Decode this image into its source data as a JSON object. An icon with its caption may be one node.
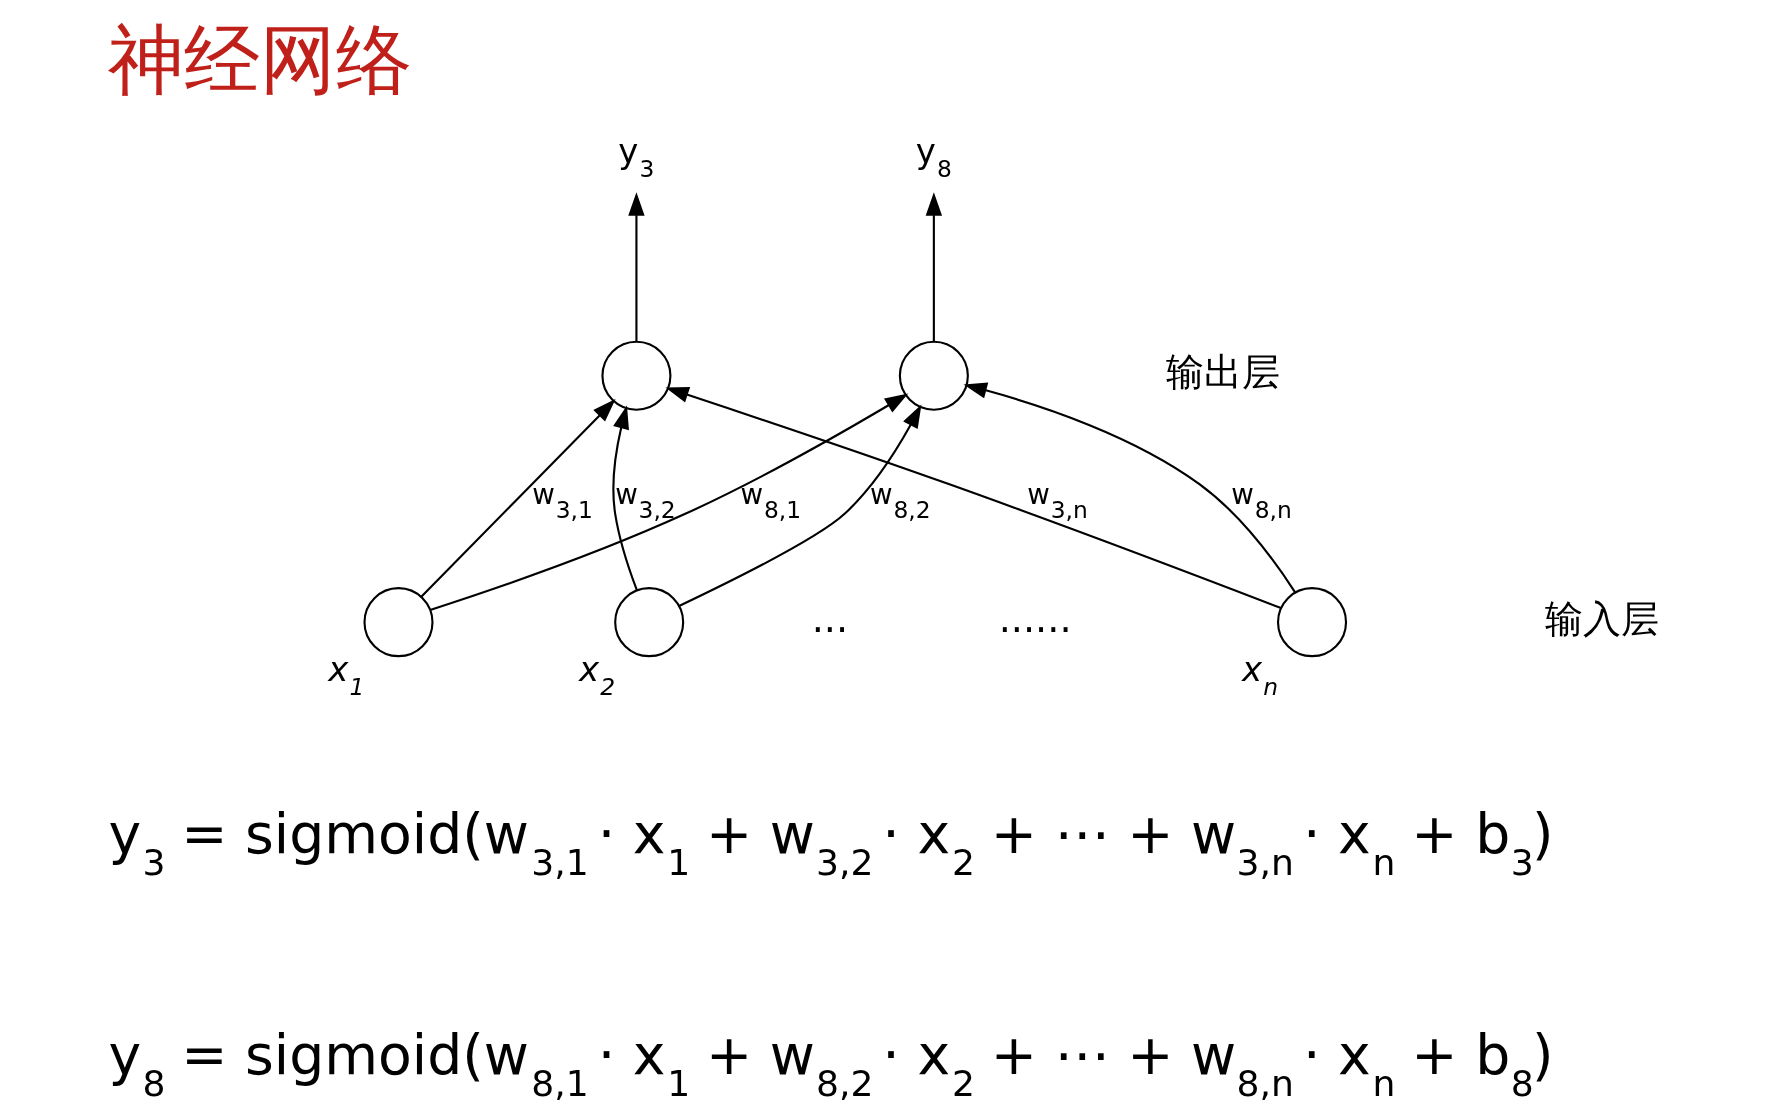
{
  "diagram": {
    "title": "神经网络",
    "nodes": [
      {
        "text": [
          "y$_{3}$"
        ]
      },
      {
        "text": [
          "y$_{8}$"
        ]
      },
      {
        "text": [],
        "shape": "circle"
      },
      {
        "text": [],
        "shape": "circle"
      },
      {
        "text": [],
        "shape": "circle",
        "beside": [
          "x$_{1}$"
        ]
      },
      {
        "text": [],
        "shape": "circle",
        "beside": [
          "x$_{2}$"
        ]
      },
      {
        "text": [],
        "shape": "circle",
        "beside": [
          "x$_{n}$"
        ]
      }
    ],
    "edges": [
      {
        "from": 2,
        "to": 0,
        "arrow": "to"
      },
      {
        "from": 3,
        "to": 1,
        "arrow": "to"
      },
      {
        "from": 4,
        "to": 2,
        "arrow": "to",
        "label": "w$_{3,1}$"
      },
      {
        "from": 4,
        "to": 3,
        "arrow": "to",
        "label": "w$_{8,1}$"
      },
      {
        "from": 5,
        "to": 2,
        "arrow": "to",
        "label": "w$_{3,2}$"
      },
      {
        "from": 5,
        "to": 3,
        "arrow": "to",
        "label": "w$_{8,2}$"
      },
      {
        "from": 6,
        "to": 2,
        "arrow": "to",
        "label": "w$_{3,n}$"
      },
      {
        "from": 6,
        "to": 3,
        "arrow": "to",
        "label": "w$_{8,n}$"
      }
    ],
    "labels": [
      "输出层",
      "......",
      "...",
      "输入层",
      "y$_{3}$ = sigmoid(w$_{3,1}$ · x$_{1}$ + w$_{3,2}$ · x$_{2}$ + ⋯ + w$_{3,n}$ · x$_{n}$ + b$_{3}$)",
      "y$_{8}$ = sigmoid(w$_{8,1}$ · x$_{1}$ + w$_{8,2}$ · x$_{2}$ + ⋯ + w$_{8,n}$ · x$_{n}$ + b$_{8}$)"
    ]
  }
}
